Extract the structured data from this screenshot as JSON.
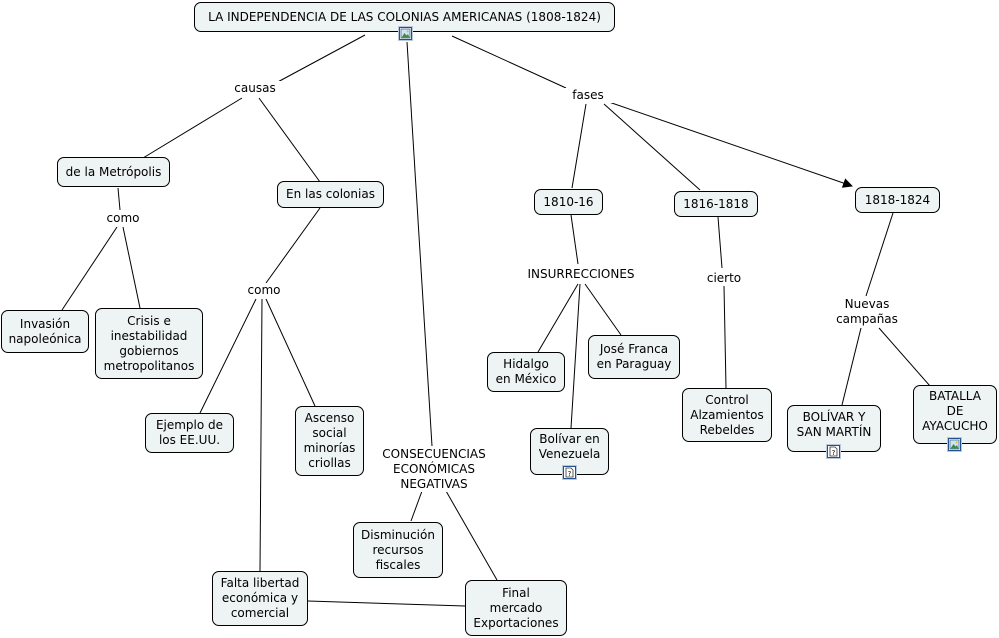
{
  "nodes": {
    "title": "LA INDEPENDENCIA DE LAS COLONIAS AMERICANAS (1808-1824)",
    "metropolis": "de la Metrópolis",
    "colonias": "En las colonias",
    "invasion": "Invasión\nnapoleónica",
    "crisis": "Crisis e\ninestabilidad\ngobiernos\nmetropolitanos",
    "eeuu": "Ejemplo de\nlos EE.UU.",
    "ascenso": "Ascenso\nsocial\nminorías\ncriollas",
    "falta": "Falta libertad\neconómica y\ncomercial",
    "disminucion": "Disminución\nrecursos\nfiscales",
    "final": "Final\nmercado\nExportaciones",
    "f1810": "1810-16",
    "f1816": "1816-1818",
    "f1818": "1818-1824",
    "hidalgo": "Hidalgo\nen México",
    "francia": "José Franca\nen Paraguay",
    "bolivar_venezuela": "Bolívar en\nVenezuela",
    "control": "Control\nAlzamientos\nRebeldes",
    "bolivar_sanmartin": "BOLÍVAR Y\nSAN MARTÍN",
    "ayacucho": "BATALLA\nDE\nAYACUCHO"
  },
  "labels": {
    "causas": "causas",
    "fases": "fases",
    "como1": "como",
    "como2": "como",
    "consecuencias": "CONSECUENCIAS\nECONÓMICAS\nNEGATIVAS",
    "insurrecciones": "INSURRECCIONES",
    "cierto": "cierto",
    "nuevas": "Nuevas\ncampañas"
  },
  "icons": {
    "title_icon": "image-icon",
    "bolivar_venezuela_icon": "document-question-icon",
    "bolivar_sanmartin_icon": "document-question-icon",
    "ayacucho_icon": "image-icon"
  },
  "colors": {
    "node_fill": "#eef3f3",
    "icon_border": "#23538a"
  }
}
